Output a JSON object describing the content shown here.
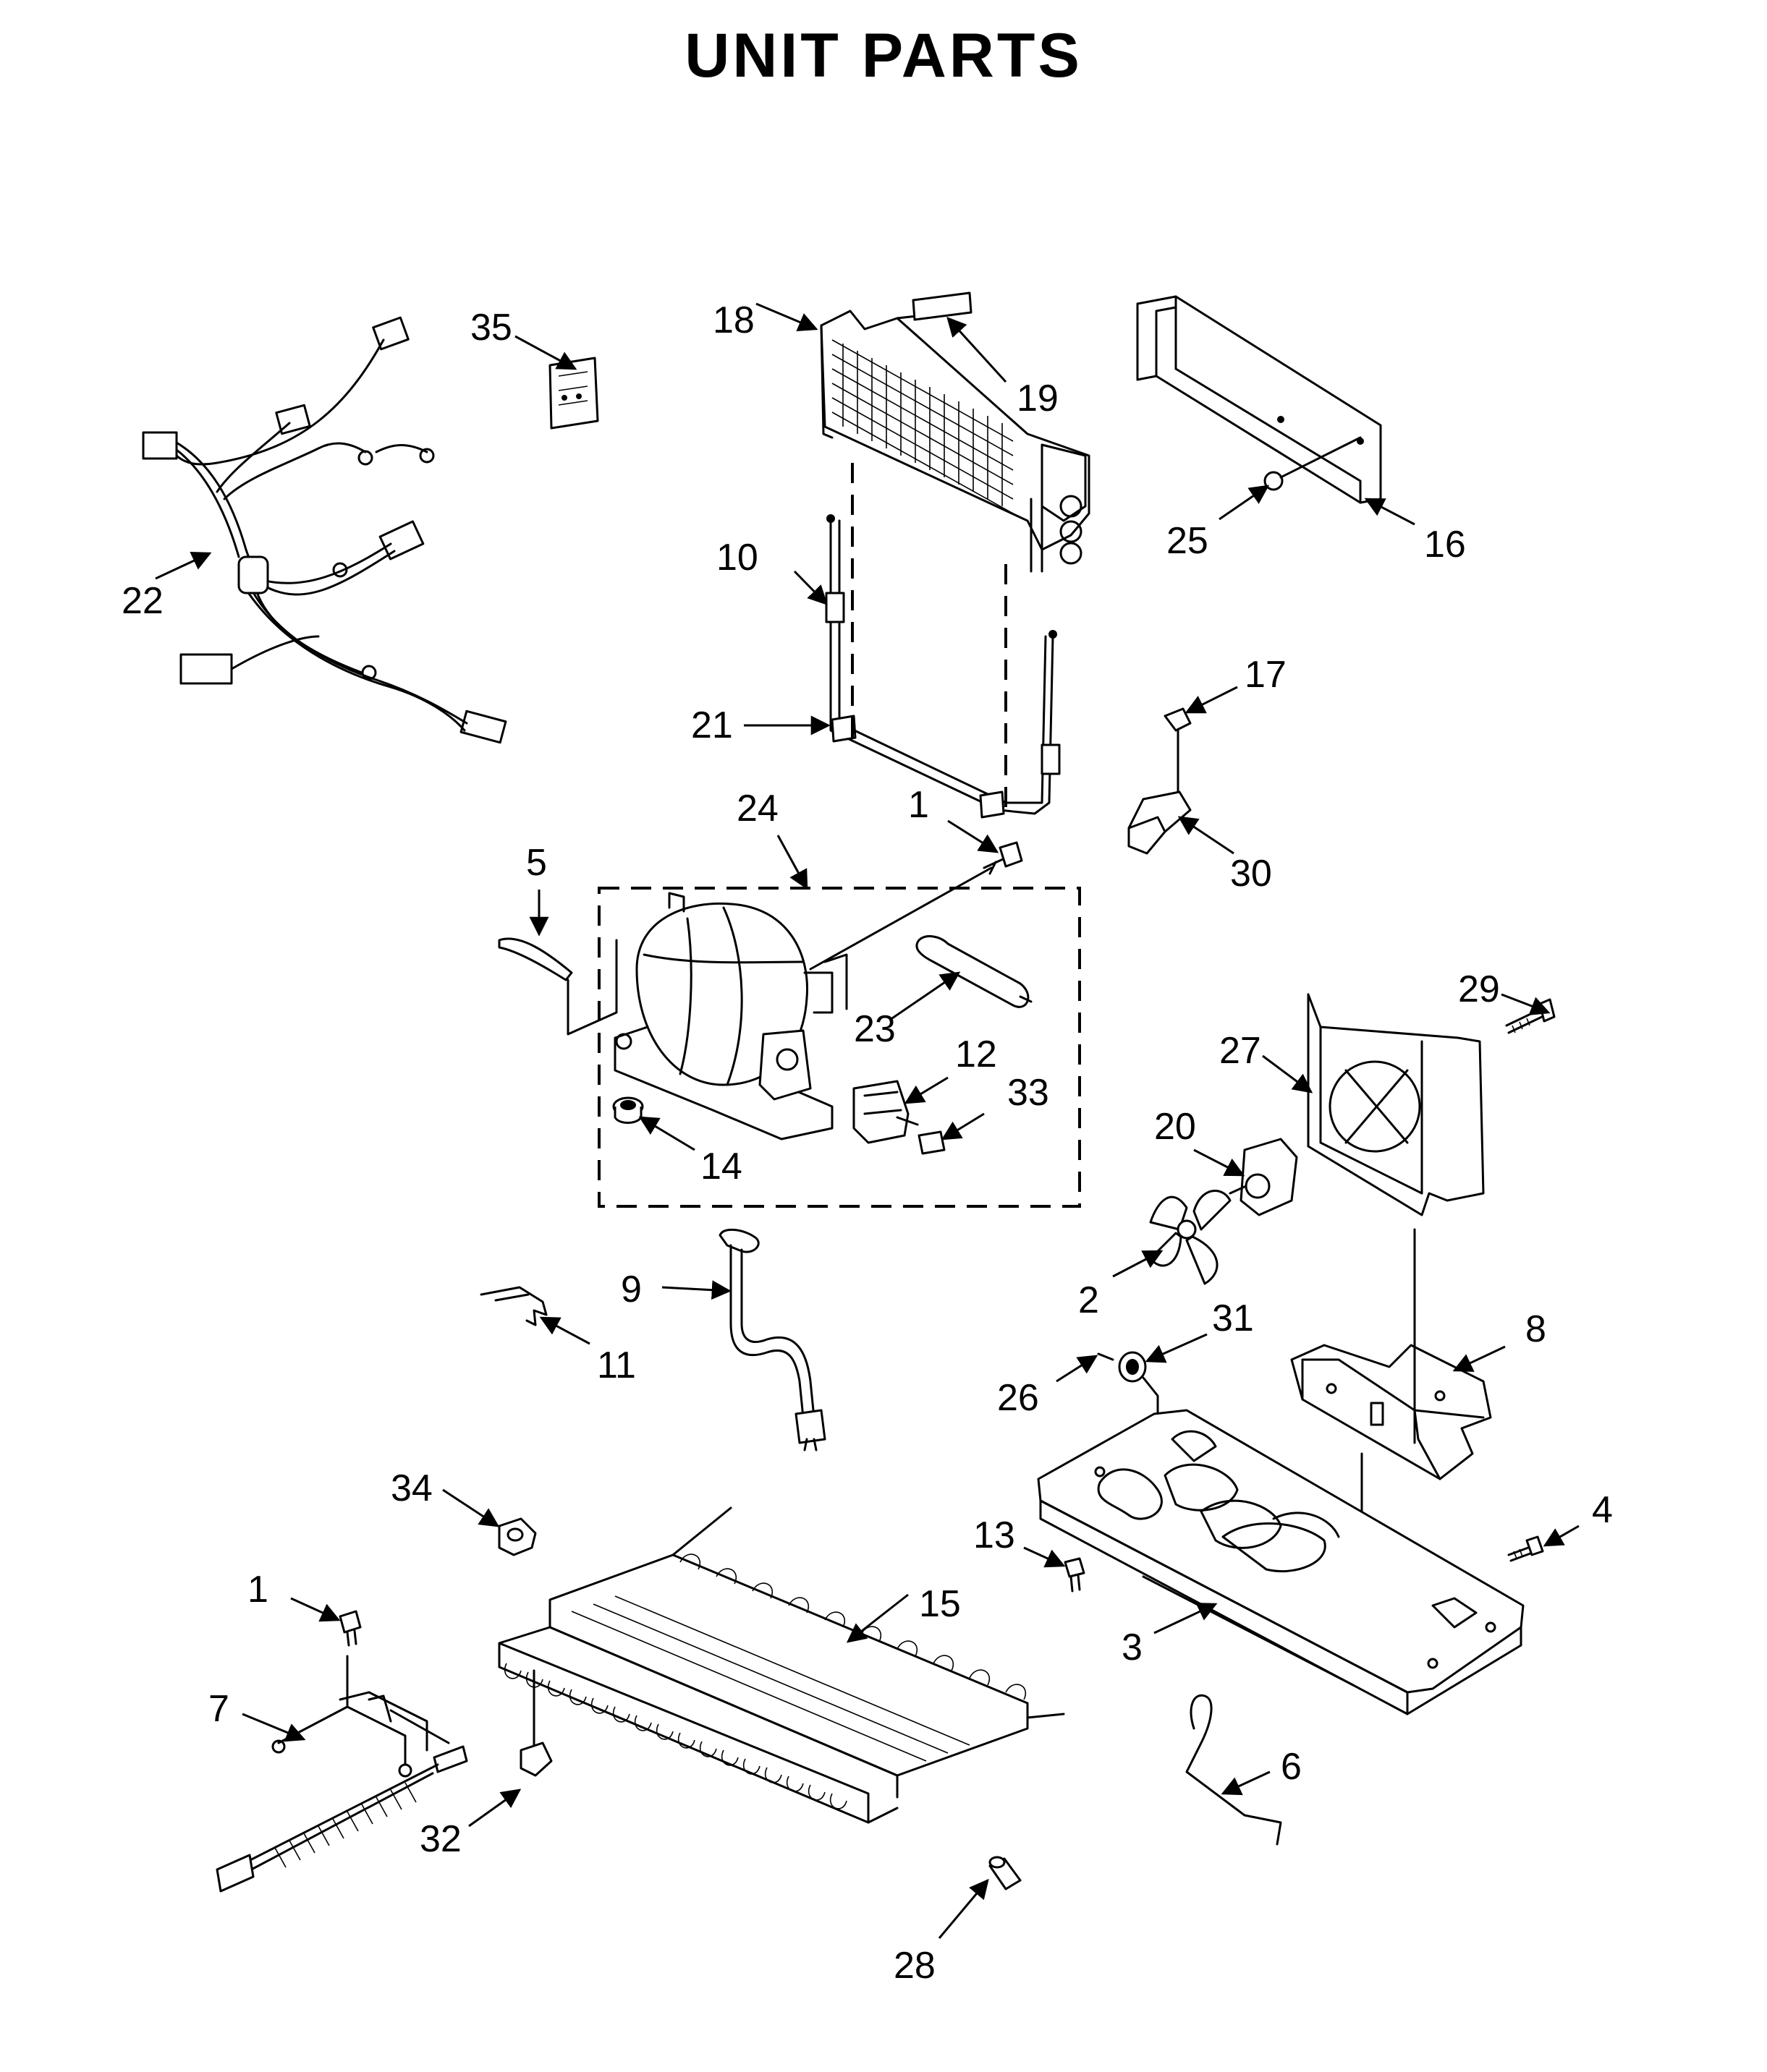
{
  "title": "UNIT PARTS",
  "callouts": {
    "c1a": "1",
    "c1b": "1",
    "c2": "2",
    "c3": "3",
    "c4": "4",
    "c5": "5",
    "c6": "6",
    "c7": "7",
    "c8": "8",
    "c9": "9",
    "c10": "10",
    "c11": "11",
    "c12": "12",
    "c13": "13",
    "c14": "14",
    "c15": "15",
    "c16": "16",
    "c17": "17",
    "c18": "18",
    "c19": "19",
    "c20": "20",
    "c21": "21",
    "c22": "22",
    "c23": "23",
    "c24": "24",
    "c25": "25",
    "c26": "26",
    "c27": "27",
    "c28": "28",
    "c29": "29",
    "c30": "30",
    "c31": "31",
    "c32": "32",
    "c33": "33",
    "c34": "34",
    "c35": "35"
  }
}
